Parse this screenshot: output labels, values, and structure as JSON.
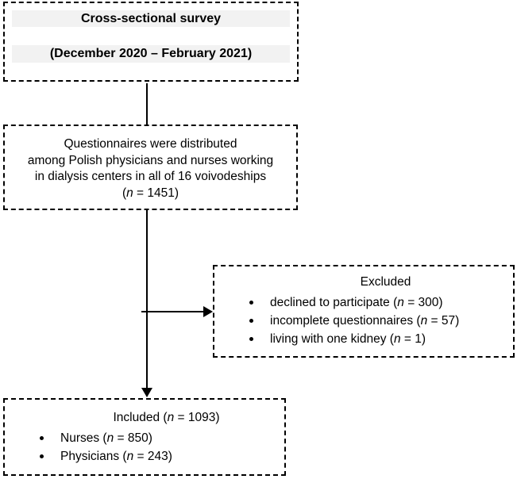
{
  "diagram": {
    "title_box": {
      "line1": "Cross-sectional survey",
      "line2": "(December 2020 – February 2021)"
    },
    "distribution_box": {
      "lines": [
        "Questionnaires were distributed",
        "among Polish physicians and nurses working",
        "in dialysis centers in all of 16 voivodeships"
      ],
      "n_line": {
        "pre": "(",
        "n": "n",
        "post": " = 1451)"
      }
    },
    "excluded_box": {
      "title": "Excluded",
      "items": [
        {
          "pre": "declined to participate (",
          "n": "n",
          "post": " = 300)"
        },
        {
          "pre": "incomplete questionnaires (",
          "n": "n",
          "post": " = 57)"
        },
        {
          "pre": "living with one kidney (",
          "n": "n",
          "post": " = 1)"
        }
      ]
    },
    "included_box": {
      "title": {
        "pre": "Included (",
        "n": "n",
        "post": " = 1093)"
      },
      "items": [
        {
          "pre": "Nurses (",
          "n": "n",
          "post": " = 850)"
        },
        {
          "pre": "Physicians (",
          "n": "n",
          "post": " = 243)"
        }
      ]
    },
    "colors": {
      "highlight": "#f2f2f2",
      "border": "#000000",
      "text": "#000000",
      "background": "#ffffff"
    }
  }
}
